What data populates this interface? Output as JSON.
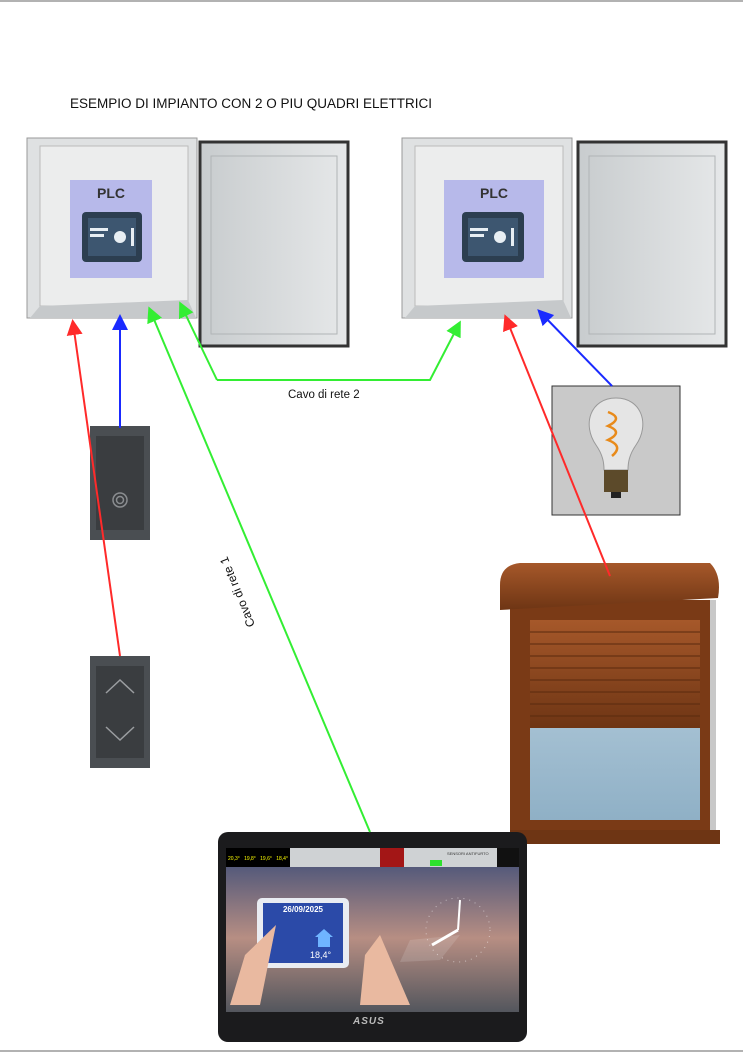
{
  "title": "ESEMPIO DI IMPIANTO CON 2 O PIU  QUADRI ELETTRICI",
  "panels": [
    {
      "plc_label": "PLC"
    },
    {
      "plc_label": "PLC"
    }
  ],
  "cables": {
    "network_1": "Cavo di rete 1",
    "network_2": "Cavo di rete 2"
  },
  "tablet": {
    "date": "26/09/2025",
    "temperature": "18,4°",
    "brand": "ASUS",
    "temps": [
      "20,3°",
      "19,8°",
      "19,6°",
      "18,4°"
    ],
    "status_title": "SENSORI ANTIFURTO"
  },
  "colors": {
    "red": "#ff2a2a",
    "blue": "#1a2aff",
    "green": "#33ee33"
  }
}
